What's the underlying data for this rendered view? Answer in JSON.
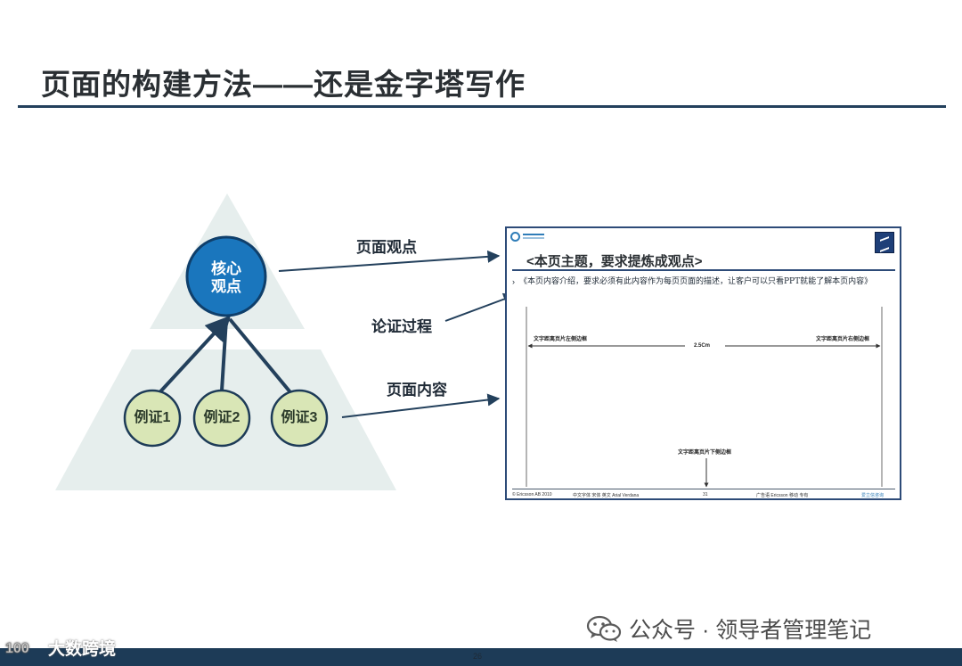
{
  "page": {
    "title": "页面的构建方法——还是金字塔写作",
    "page_number": "26"
  },
  "pyramid": {
    "core": {
      "line1": "核心",
      "line2": "观点"
    },
    "examples": [
      "例证1",
      "例证2",
      "例证3"
    ]
  },
  "callouts": {
    "viewpoint": "页面观点",
    "argument": "论证过程",
    "content": "页面内容"
  },
  "thumbnail": {
    "heading": "<本页主题，要求提炼成观点>",
    "body": "《本页内容介绍，要求必须有此内容作为每页页面的描述，让客户可以只看PPT就能了解本页内容》",
    "bullet": "›",
    "left_note": "文字距离页片左侧边框",
    "right_note": "文字距离页片右侧边框",
    "width_note": "2.5Cm",
    "bottom_note": "文字距离页片下侧边框",
    "footer_left": "© Ericsson AB 2010",
    "footer_mid": "中文字体 宋体 英文 Arial  Verdana",
    "footer_num": "31",
    "footer_right": "广告语 Ericsson 移动 专有",
    "footer_brand": "爱立信咨询"
  },
  "watermark": {
    "text": "公众号 · 领导者管理笔记",
    "icon": "wechat-icon"
  },
  "brand": {
    "text": "大数跨境",
    "logo_text": "100"
  },
  "colors": {
    "navy": "#23405c",
    "core_blue": "#1a76bd",
    "example_green": "#d9e6b6",
    "pyramid_fill": "#e6eeed",
    "arrow": "#23405c"
  }
}
